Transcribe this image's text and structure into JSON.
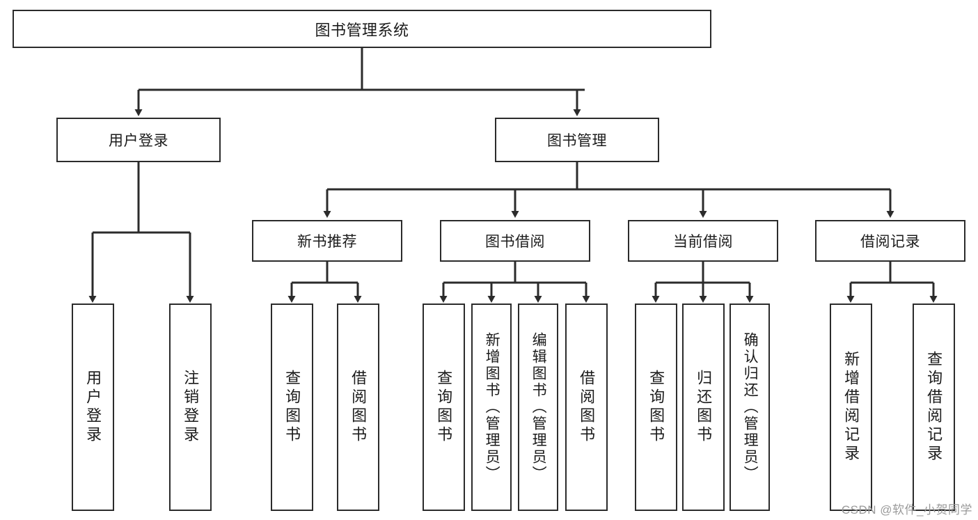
{
  "diagram": {
    "title": "图书管理系统",
    "watermark": "CSDN @软件_小贺同学",
    "stroke_color": "#2b2b2b",
    "fill_color": "#ffffff",
    "text_color": "#1b1b1b",
    "type": "tree",
    "root": {
      "label": "图书管理系统"
    },
    "level2": [
      {
        "label": "用户登录"
      },
      {
        "label": "图书管理"
      }
    ],
    "level3": [
      {
        "label": "新书推荐"
      },
      {
        "label": "图书借阅"
      },
      {
        "label": "当前借阅"
      },
      {
        "label": "借阅记录"
      }
    ],
    "leaves": {
      "user_login": [
        {
          "label": "用户登录"
        },
        {
          "label": "注销登录"
        }
      ],
      "new_book_recommend": [
        {
          "label": "查询图书"
        },
        {
          "label": "借阅图书"
        }
      ],
      "book_borrow": [
        {
          "label": "查询图书"
        },
        {
          "label": "新增图书（管理员）"
        },
        {
          "label": "编辑图书（管理员）"
        },
        {
          "label": "借阅图书"
        }
      ],
      "current_borrow": [
        {
          "label": "查询图书"
        },
        {
          "label": "归还图书"
        },
        {
          "label": "确认归还（管理员）"
        }
      ],
      "borrow_record": [
        {
          "label": "新增借阅记录"
        },
        {
          "label": "查询借阅记录"
        }
      ]
    }
  }
}
